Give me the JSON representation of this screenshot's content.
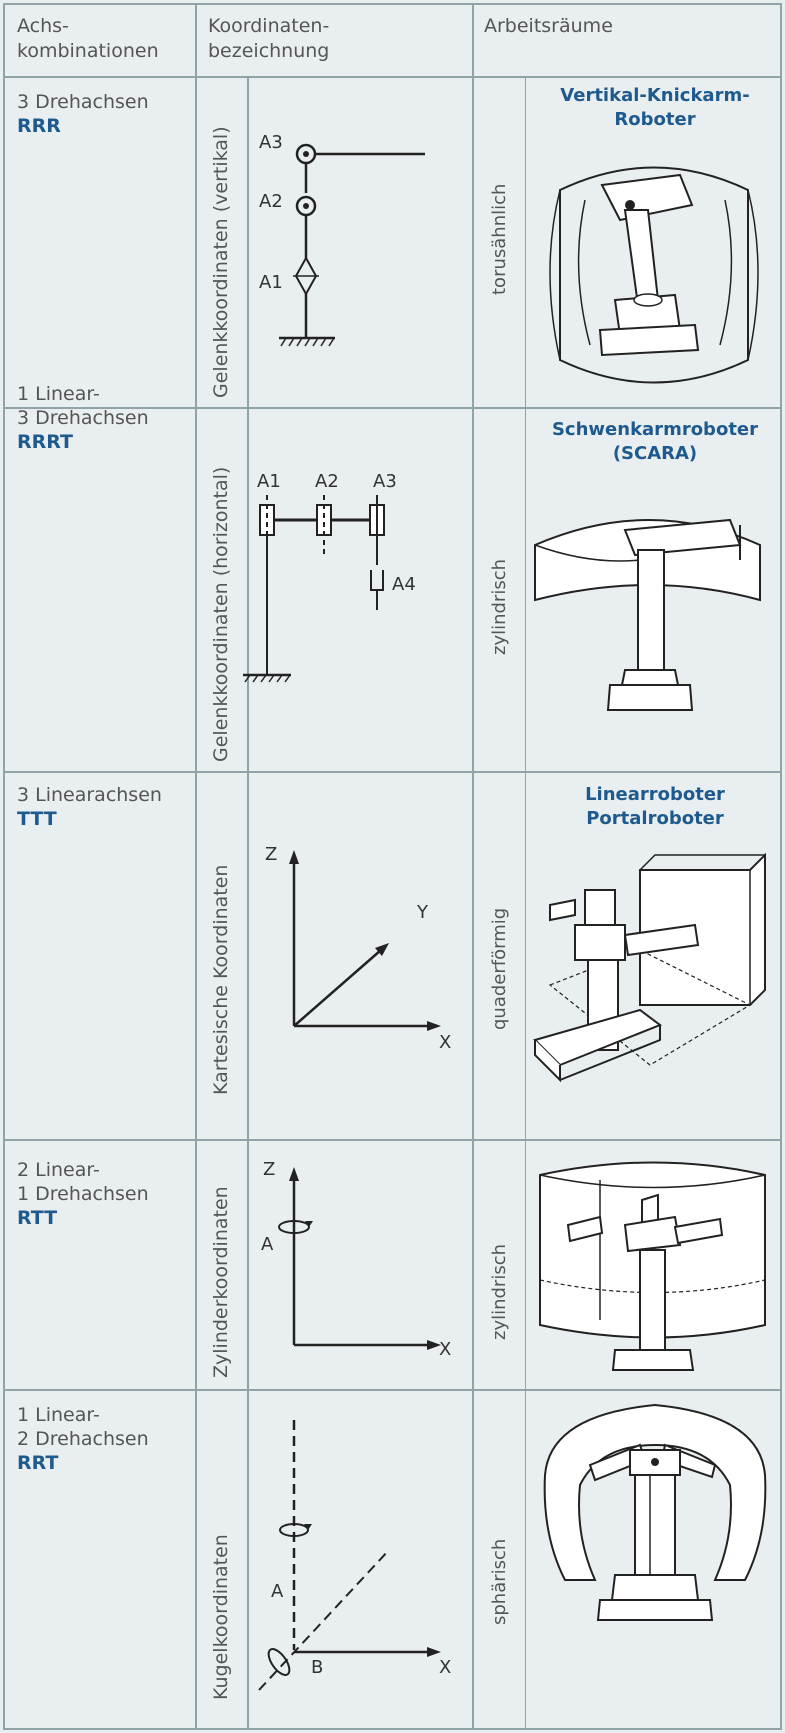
{
  "header": {
    "col1": "Achs-\nkombinationen",
    "col2": "Koordinaten-\nbezeichnung",
    "col3": "Arbeitsräume"
  },
  "rows": [
    {
      "axes_line1": "3 Drehachsen",
      "axes_line2": "",
      "code": "RRR",
      "coord_name": "Gelenkkoordinaten (vertikal)",
      "shape": "torusähnlich",
      "robot_title": "Vertikal-Knickarm-\nRoboter",
      "labels": [
        "A3",
        "A2",
        "A1"
      ]
    },
    {
      "axes_line1": "1 Linear-",
      "axes_line2": "3 Drehachsen",
      "code": "RRRT",
      "coord_name": "Gelenkkoordinaten (horizontal)",
      "shape": "zylindrisch",
      "robot_title": "Schwenkarmroboter\n(SCARA)",
      "labels": [
        "A1",
        "A2",
        "A3",
        "A4"
      ]
    },
    {
      "axes_line1": "3 Linearachsen",
      "axes_line2": "",
      "code": "TTT",
      "coord_name": "Kartesische Koordinaten",
      "shape": "quaderförmig",
      "robot_title": "Linearroboter\nPortalroboter",
      "labels": [
        "Z",
        "Y",
        "X"
      ]
    },
    {
      "axes_line1": "2 Linear-",
      "axes_line2": "1 Drehachsen",
      "code": "RTT",
      "coord_name": "Zylinderkoordinaten",
      "shape": "zylindrisch",
      "robot_title": "",
      "labels": [
        "Z",
        "A",
        "X"
      ]
    },
    {
      "axes_line1": "1 Linear-",
      "axes_line2": "2 Drehachsen",
      "code": "RRT",
      "coord_name": "Kugelkoordinaten",
      "shape": "sphärisch",
      "robot_title": "",
      "labels": [
        "A",
        "B",
        "X"
      ]
    }
  ]
}
